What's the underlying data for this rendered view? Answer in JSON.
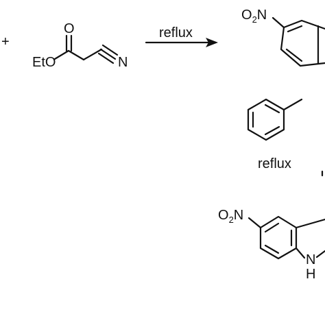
{
  "scheme": {
    "plus_sign": "+",
    "reagent": {
      "carbonyl_oxygen": "O",
      "ester_group": "EtO",
      "nitrile_nitrogen": "N"
    },
    "step1": {
      "condition": "reflux"
    },
    "product_top": {
      "nitro_o": "O",
      "nitro_sub": "2",
      "nitro_n": "N"
    },
    "solvent_step": {
      "condition": "reflux"
    },
    "product_bottom": {
      "nitro_o": "O",
      "nitro_sub": "2",
      "nitro_n": "N",
      "ring_n": "N",
      "ring_h": "H"
    }
  }
}
